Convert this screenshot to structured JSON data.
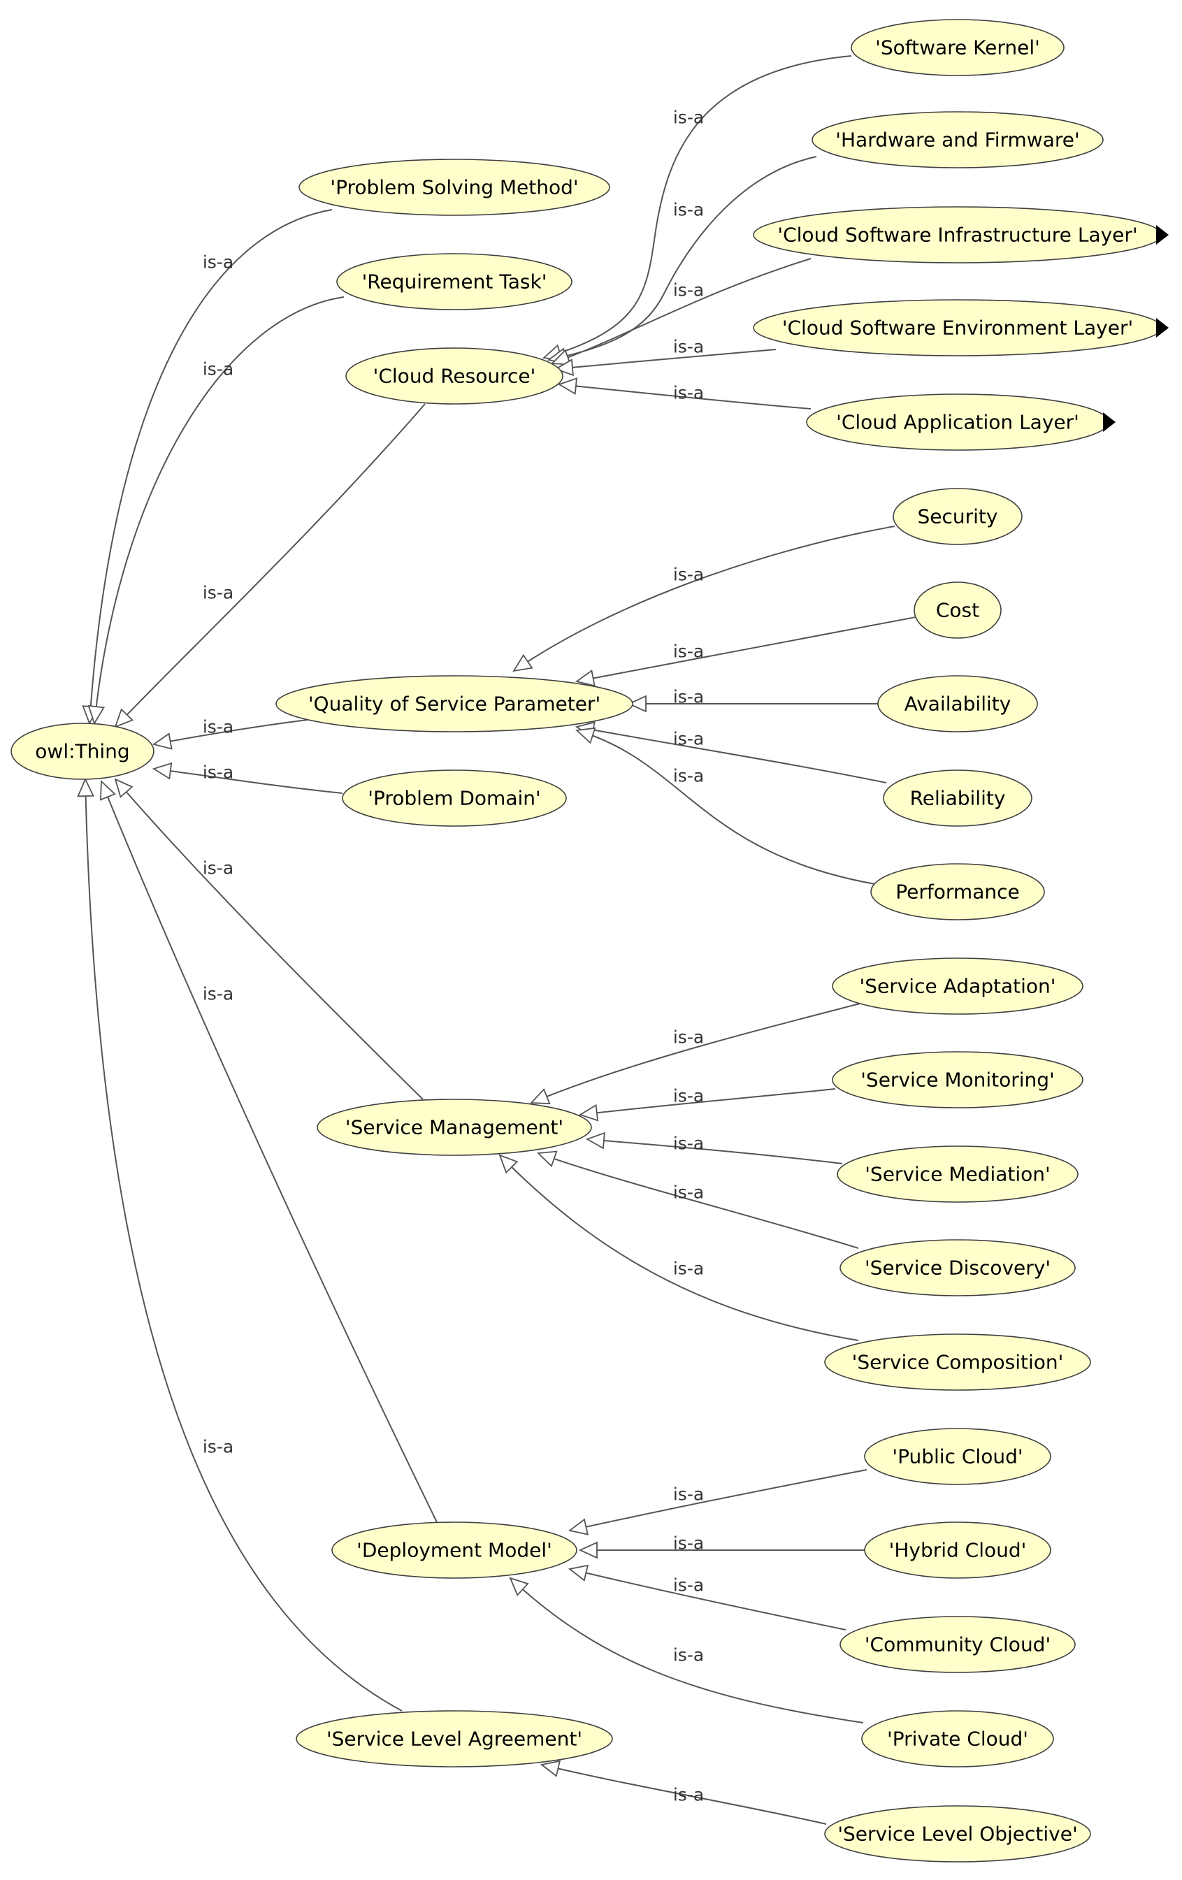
{
  "nodes": [
    {
      "id": "owl",
      "label": "owl:Thing"
    },
    {
      "id": "psm",
      "label": "'Problem Solving Method'"
    },
    {
      "id": "req",
      "label": "'Requirement Task'"
    },
    {
      "id": "cr",
      "label": "'Cloud Resource'"
    },
    {
      "id": "qos",
      "label": "'Quality of Service Parameter'"
    },
    {
      "id": "pd",
      "label": "'Problem Domain'"
    },
    {
      "id": "sm",
      "label": "'Service Management'"
    },
    {
      "id": "dm",
      "label": "'Deployment Model'"
    },
    {
      "id": "sla",
      "label": "'Service Level Agreement'"
    },
    {
      "id": "sk",
      "label": "'Software Kernel'"
    },
    {
      "id": "hf",
      "label": "'Hardware and Firmware'"
    },
    {
      "id": "csil",
      "label": "'Cloud Software Infrastructure Layer'",
      "expandable": true
    },
    {
      "id": "csel",
      "label": "'Cloud Software Environment Layer'",
      "expandable": true
    },
    {
      "id": "cal",
      "label": "'Cloud Application Layer'",
      "expandable": true
    },
    {
      "id": "sec",
      "label": "Security"
    },
    {
      "id": "cost",
      "label": "Cost"
    },
    {
      "id": "avail",
      "label": "Availability"
    },
    {
      "id": "rel",
      "label": "Reliability"
    },
    {
      "id": "perf",
      "label": "Performance"
    },
    {
      "id": "sad",
      "label": "'Service Adaptation'"
    },
    {
      "id": "smo",
      "label": "'Service Monitoring'"
    },
    {
      "id": "sme",
      "label": "'Service Mediation'"
    },
    {
      "id": "sdi",
      "label": "'Service Discovery'"
    },
    {
      "id": "sco",
      "label": "'Service Composition'"
    },
    {
      "id": "puc",
      "label": "'Public Cloud'"
    },
    {
      "id": "hyc",
      "label": "'Hybrid Cloud'"
    },
    {
      "id": "coc",
      "label": "'Community Cloud'"
    },
    {
      "id": "prc",
      "label": "'Private Cloud'"
    },
    {
      "id": "slo",
      "label": "'Service Level Objective'"
    }
  ],
  "edges": [
    {
      "from": "psm",
      "to": "owl",
      "label": "is-a"
    },
    {
      "from": "req",
      "to": "owl",
      "label": "is-a"
    },
    {
      "from": "cr",
      "to": "owl",
      "label": "is-a"
    },
    {
      "from": "qos",
      "to": "owl",
      "label": "is-a"
    },
    {
      "from": "pd",
      "to": "owl",
      "label": "is-a"
    },
    {
      "from": "sm",
      "to": "owl",
      "label": "is-a"
    },
    {
      "from": "dm",
      "to": "owl",
      "label": "is-a"
    },
    {
      "from": "sla",
      "to": "owl",
      "label": "is-a"
    },
    {
      "from": "sk",
      "to": "cr",
      "label": "is-a"
    },
    {
      "from": "hf",
      "to": "cr",
      "label": "is-a"
    },
    {
      "from": "csil",
      "to": "cr",
      "label": "is-a"
    },
    {
      "from": "csel",
      "to": "cr",
      "label": "is-a"
    },
    {
      "from": "cal",
      "to": "cr",
      "label": "is-a"
    },
    {
      "from": "sec",
      "to": "qos",
      "label": "is-a"
    },
    {
      "from": "cost",
      "to": "qos",
      "label": "is-a"
    },
    {
      "from": "avail",
      "to": "qos",
      "label": "is-a"
    },
    {
      "from": "rel",
      "to": "qos",
      "label": "is-a"
    },
    {
      "from": "perf",
      "to": "qos",
      "label": "is-a"
    },
    {
      "from": "sad",
      "to": "sm",
      "label": "is-a"
    },
    {
      "from": "smo",
      "to": "sm",
      "label": "is-a"
    },
    {
      "from": "sme",
      "to": "sm",
      "label": "is-a"
    },
    {
      "from": "sdi",
      "to": "sm",
      "label": "is-a"
    },
    {
      "from": "sco",
      "to": "sm",
      "label": "is-a"
    },
    {
      "from": "puc",
      "to": "dm",
      "label": "is-a"
    },
    {
      "from": "hyc",
      "to": "dm",
      "label": "is-a"
    },
    {
      "from": "coc",
      "to": "dm",
      "label": "is-a"
    },
    {
      "from": "prc",
      "to": "dm",
      "label": "is-a"
    },
    {
      "from": "slo",
      "to": "sla",
      "label": "is-a"
    }
  ],
  "colors": {
    "node_fill": "#ffffcc",
    "node_stroke": "#404040",
    "edge_stroke": "#555555",
    "text": "#000000"
  }
}
